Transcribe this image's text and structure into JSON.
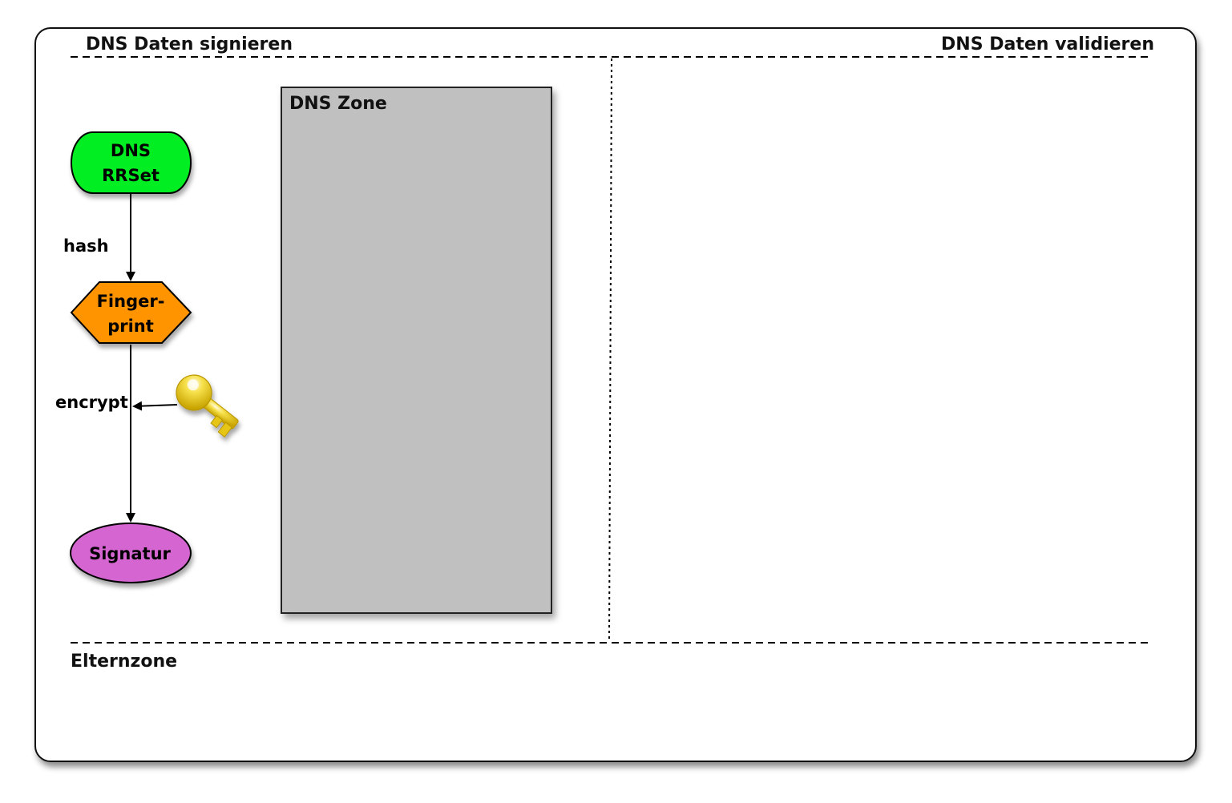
{
  "sections": {
    "sign_label": "DNS Daten  signieren",
    "validate_label": "DNS Daten  validieren",
    "parent_zone_label": "Elternzone"
  },
  "zone": {
    "label": "DNS Zone"
  },
  "nodes": {
    "rrset": {
      "line1": "DNS",
      "line2": "RRSet"
    },
    "fingerprint": {
      "line1": "Finger-",
      "line2": "print"
    },
    "signature": {
      "label": "Signatur"
    }
  },
  "edges": {
    "hash_label": "hash",
    "encrypt_label": "encrypt"
  },
  "icons": {
    "key": "key-icon"
  },
  "colors": {
    "rrset_fill": "#00ee22",
    "fingerprint_fill": "#ff9400",
    "signature_fill": "#d565d0",
    "zone_fill": "#c0c0c0",
    "key_fill": "#f2d20a"
  }
}
